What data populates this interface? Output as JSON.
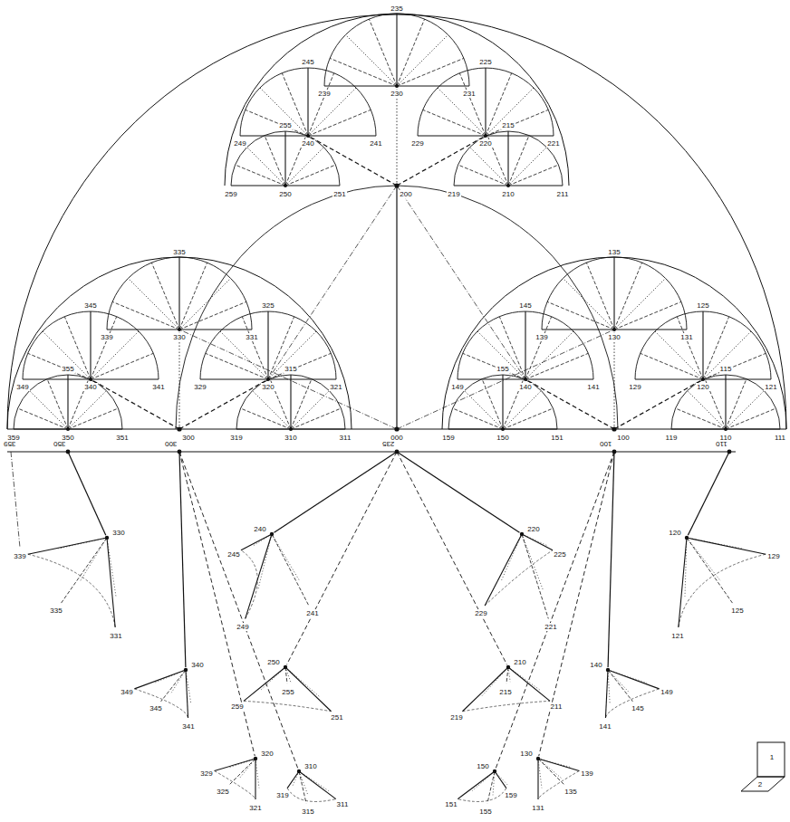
{
  "diagram": {
    "labels": [
      "000",
      "200",
      "235",
      "230",
      "239",
      "231",
      "245",
      "240",
      "249",
      "241",
      "225",
      "220",
      "229",
      "221",
      "255",
      "250",
      "259",
      "251",
      "215",
      "210",
      "219",
      "211",
      "300",
      "335",
      "330",
      "339",
      "331",
      "345",
      "340",
      "349",
      "341",
      "325",
      "320",
      "329",
      "321",
      "355",
      "350",
      "359",
      "351",
      "315",
      "310",
      "319",
      "311",
      "100",
      "135",
      "130",
      "139",
      "131",
      "145",
      "140",
      "149",
      "141",
      "125",
      "120",
      "129",
      "121",
      "155",
      "150",
      "159",
      "151",
      "115",
      "110",
      "119",
      "111",
      "359",
      "350",
      "300",
      "235",
      "100",
      "110",
      "330",
      "339",
      "335",
      "331",
      "340",
      "349",
      "345",
      "341",
      "320",
      "329",
      "325",
      "321",
      "310",
      "319",
      "315",
      "311",
      "240",
      "249",
      "241",
      "245",
      "220",
      "229",
      "221",
      "225",
      "250",
      "259",
      "255",
      "251",
      "210",
      "219",
      "215",
      "211",
      "120",
      "129",
      "125",
      "121",
      "140",
      "149",
      "145",
      "141",
      "130",
      "139",
      "135",
      "131",
      "150",
      "159",
      "155",
      "151",
      "1",
      "2"
    ]
  }
}
